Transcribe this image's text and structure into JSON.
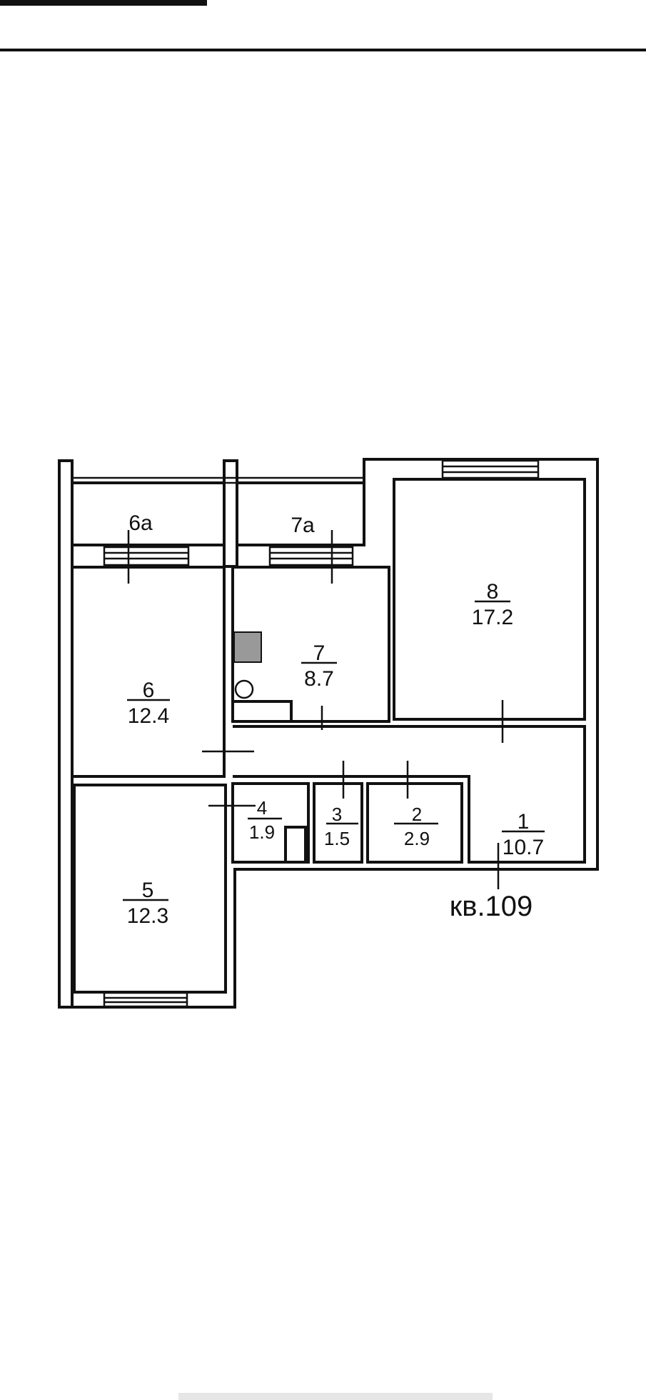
{
  "apartment": {
    "label": "кв.109"
  },
  "rooms": [
    {
      "number": "1",
      "area": "10.7"
    },
    {
      "number": "2",
      "area": "2.9"
    },
    {
      "number": "3",
      "area": "1.5"
    },
    {
      "number": "4",
      "area": "1.9"
    },
    {
      "number": "5",
      "area": "12.3"
    },
    {
      "number": "6",
      "area": "12.4"
    },
    {
      "number": "7",
      "area": "8.7"
    },
    {
      "number": "8",
      "area": "17.2"
    }
  ],
  "balconies": [
    {
      "number": "6а"
    },
    {
      "number": "7а"
    }
  ]
}
